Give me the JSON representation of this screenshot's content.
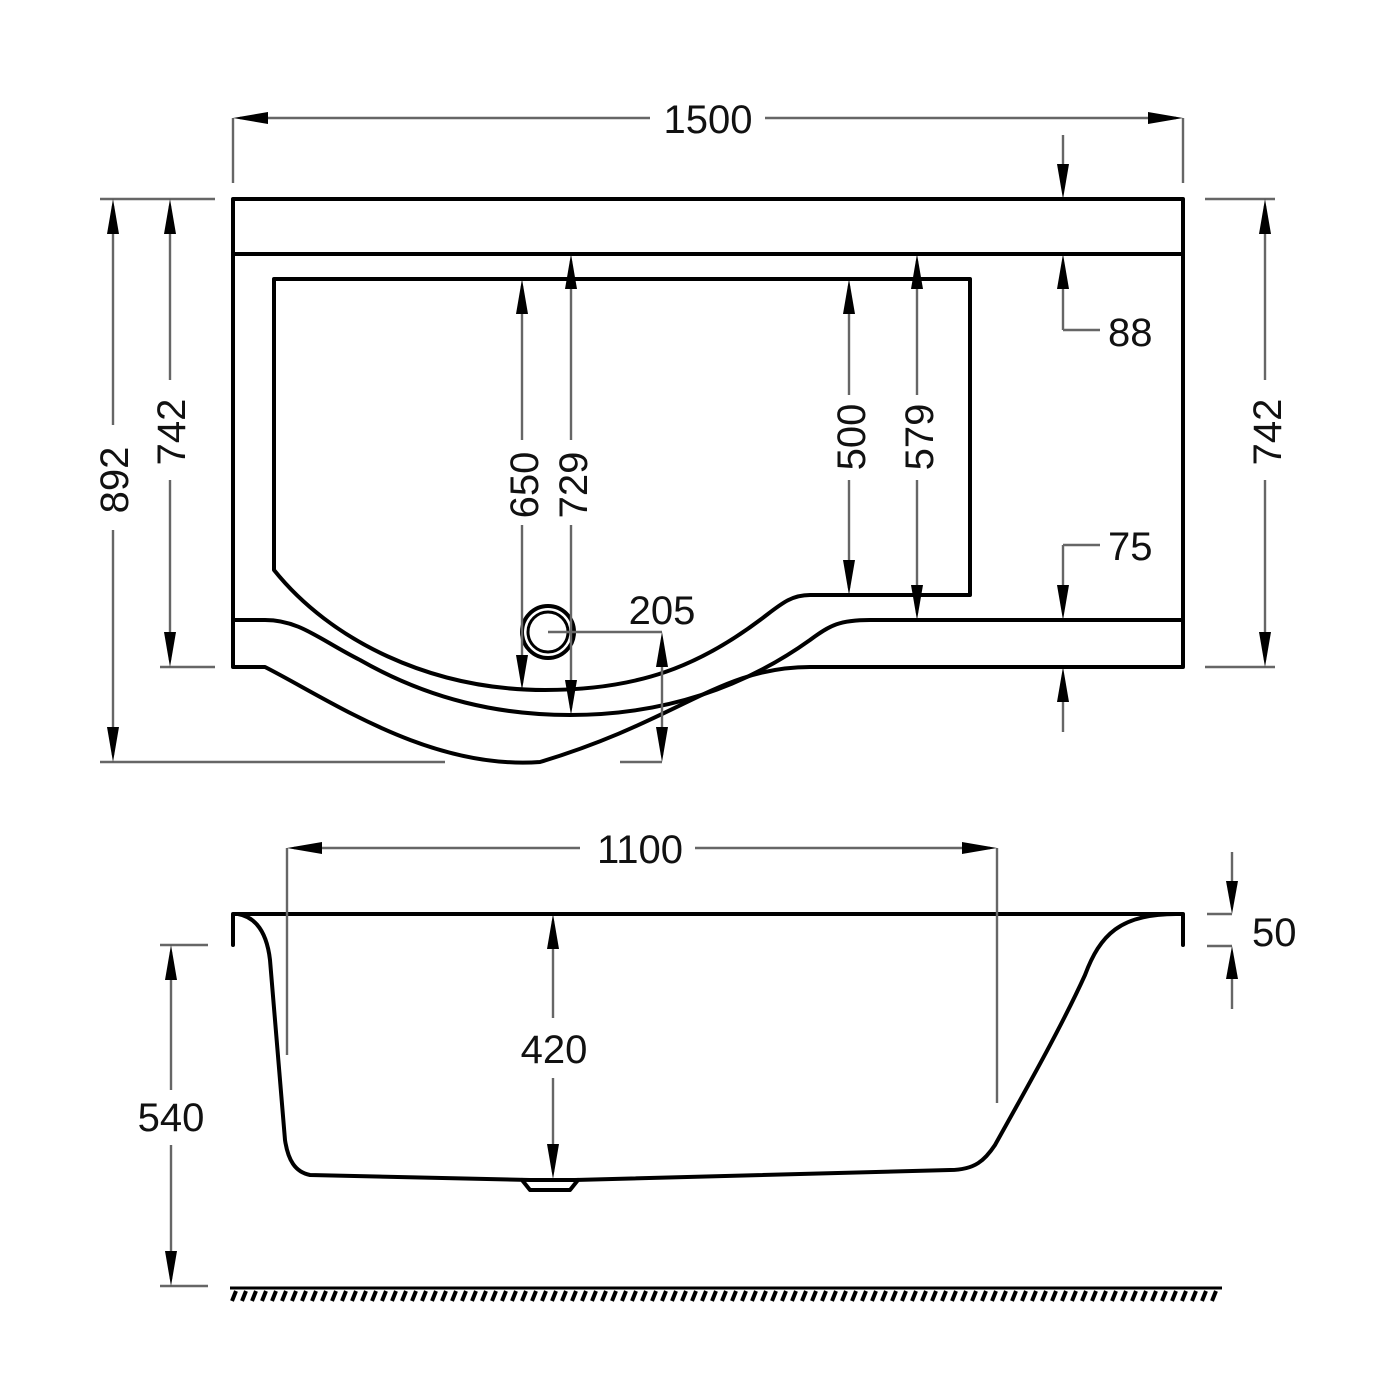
{
  "drawing": {
    "title": "P-shaped shower bath technical drawing",
    "units": "mm",
    "colors": {
      "outline": "#000000",
      "dimension_line": "#666666",
      "text": "#111111",
      "background": "#ffffff"
    },
    "plan_view": {
      "dimensions": {
        "overall_length": "1500",
        "overall_width_at_bow": "892",
        "width_left": "742",
        "width_right": "742",
        "inner_depth_at_drain": "650",
        "outer_depth_at_drain": "729",
        "inner_depth_straight": "500",
        "outer_depth_straight": "579",
        "rim_back": "88",
        "rim_front": "75",
        "drain_offset": "205"
      }
    },
    "side_view": {
      "dimensions": {
        "inner_length": "1100",
        "rim_thickness": "50",
        "inner_depth": "420",
        "overall_height": "540"
      }
    },
    "floor_icon": "hatched-floor-line"
  }
}
